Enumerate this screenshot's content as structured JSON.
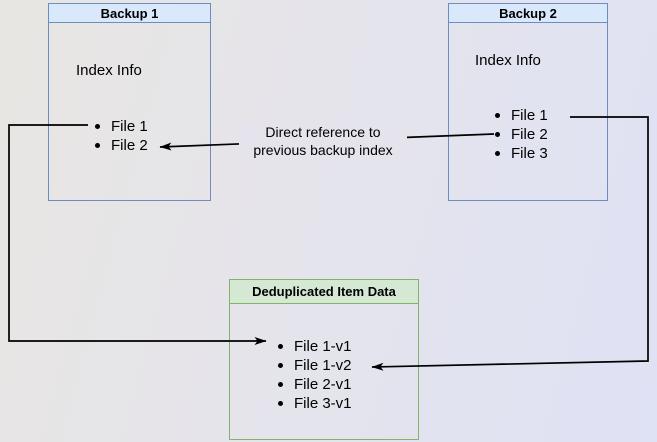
{
  "diagram": {
    "backup1": {
      "title": "Backup 1",
      "info": "Index Info",
      "files": [
        "File 1",
        "File 2"
      ]
    },
    "backup2": {
      "title": "Backup 2",
      "info": "Index Info",
      "files": [
        "File 1",
        "File 2",
        "File 3"
      ]
    },
    "dedup": {
      "title": "Deduplicated Item Data",
      "files": [
        "File 1-v1",
        "File 1-v2",
        "File 2-v1",
        "File 3-v1"
      ]
    },
    "edge_label": {
      "line1": "Direct reference to",
      "line2": "previous backup index"
    },
    "colors": {
      "blue_header_fill": "#dae8fc",
      "blue_border": "#6c8ebf",
      "green_header_fill": "#d5e8d4",
      "green_border": "#82b366",
      "arrow": "#000000",
      "background_left": "#e8e6e2",
      "background_right": "#dfe2f5"
    }
  }
}
